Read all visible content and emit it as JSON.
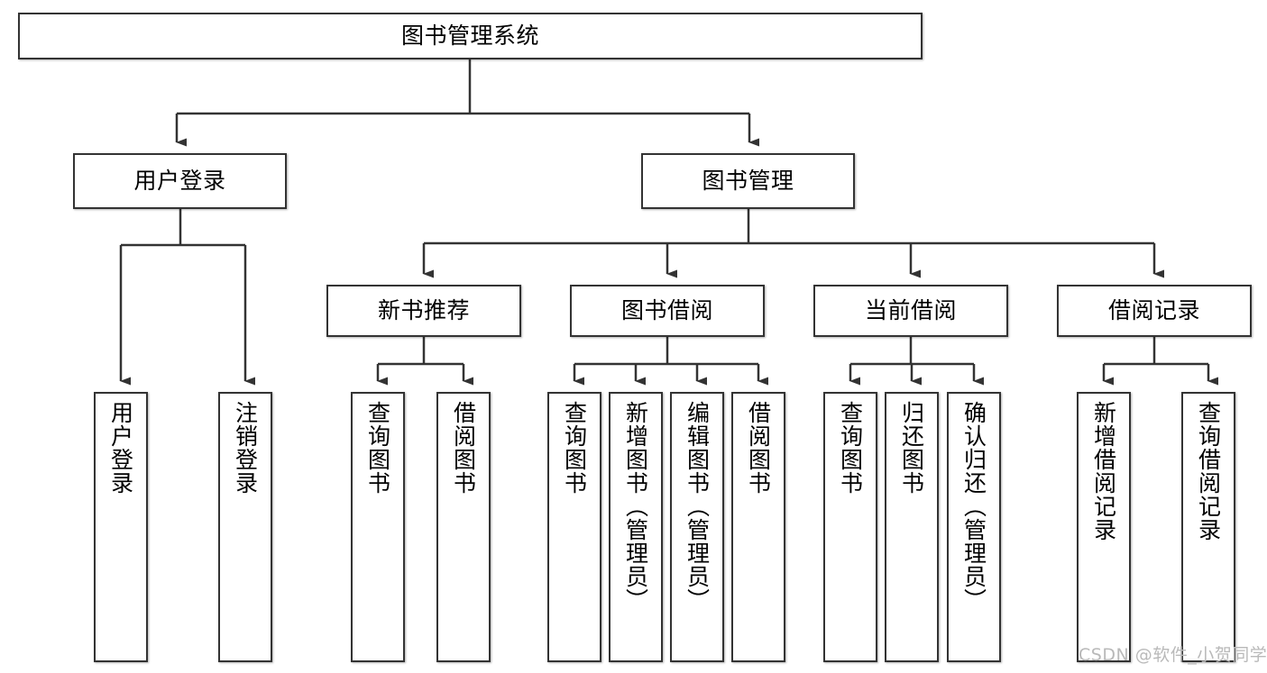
{
  "diagram": {
    "title_node": {
      "label": "图书管理系统"
    },
    "level2": [
      {
        "label": "用户登录"
      },
      {
        "label": "图书管理"
      }
    ],
    "level3": [
      {
        "label": "新书推荐"
      },
      {
        "label": "图书借阅"
      },
      {
        "label": "当前借阅"
      },
      {
        "label": "借阅记录"
      }
    ],
    "leaves": {
      "user_login": [
        {
          "label": "用户登录"
        },
        {
          "label": "注销登录"
        }
      ],
      "new_book_recommend": [
        {
          "label": "查询图书"
        },
        {
          "label": "借阅图书"
        }
      ],
      "book_borrow": [
        {
          "label": "查询图书"
        },
        {
          "label": "新增图书（管理员）"
        },
        {
          "label": "编辑图书（管理员）"
        },
        {
          "label": "借阅图书"
        }
      ],
      "current_borrow": [
        {
          "label": "查询图书"
        },
        {
          "label": "归还图书"
        },
        {
          "label": "确认归还（管理员）"
        }
      ],
      "borrow_records": [
        {
          "label": "新增借阅记录"
        },
        {
          "label": "查询借阅记录"
        }
      ]
    }
  },
  "watermark": {
    "text": "CSDN @软件_小贺同学"
  },
  "colors": {
    "border": "#333333",
    "background": "#ffffff",
    "text": "#000000",
    "watermark": "#b9b9b9"
  }
}
